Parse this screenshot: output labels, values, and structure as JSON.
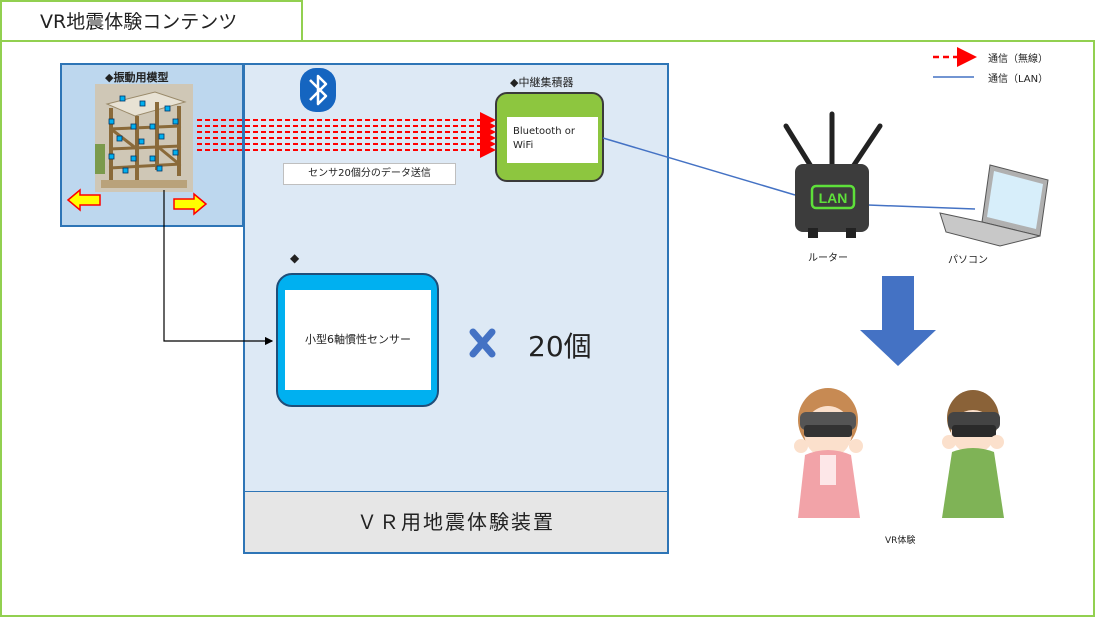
{
  "title": "VR地震体験コンテンツ",
  "legend": {
    "wireless": "通信（無線）",
    "lan": "通信（LAN）",
    "wireless_color": "#ff0000",
    "lan_color": "#4472c4"
  },
  "vibration_model": {
    "label": "◆振動用模型"
  },
  "relay": {
    "label": "◆中継集積器",
    "text": "Bluetooth or WiFi"
  },
  "sensor_transmit_caption": "センサ20個分のデータ送信",
  "sensor": {
    "marker": "◆",
    "label": "小型6軸慣性センサー"
  },
  "count": "20個",
  "device_title": "ＶＲ用地震体験装置",
  "router": {
    "label": "ルーター",
    "badge": "LAN"
  },
  "pc": {
    "label": "パソコン"
  },
  "vr_experience": {
    "label": "VR体験"
  },
  "icons": [
    "bluetooth-icon",
    "router-icon",
    "laptop-icon",
    "arrow-down-icon",
    "cross-icon",
    "arrow-left-icon",
    "arrow-right-icon",
    "person-vr-icon"
  ]
}
